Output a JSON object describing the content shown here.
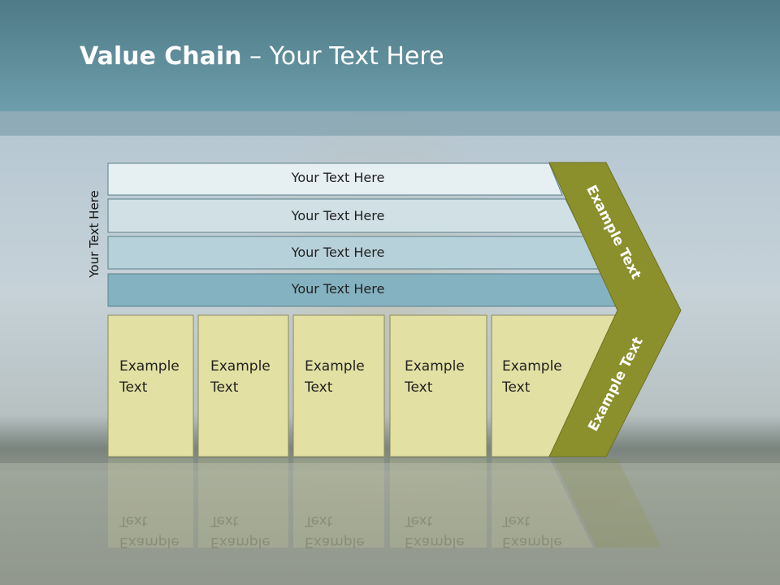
{
  "title": {
    "bold": "Value Chain",
    "rest": " – Your Text Here"
  },
  "side_label": "Your Text Here",
  "rows": [
    {
      "label": "Your Text Here"
    },
    {
      "label": "Your Text Here"
    },
    {
      "label": "Your Text Here"
    },
    {
      "label": "Your Text Here"
    }
  ],
  "cells": [
    {
      "line1": "Example",
      "line2": "Text"
    },
    {
      "line1": "Example",
      "line2": "Text"
    },
    {
      "line1": "Example",
      "line2": "Text"
    },
    {
      "line1": "Example",
      "line2": "Text"
    },
    {
      "line1": "Example",
      "line2": "Text"
    }
  ],
  "chevron": {
    "top_label": "Example Text",
    "bottom_label": "Example Text",
    "color": "#8b8f2c"
  },
  "colors": {
    "row1": "#e6eff2",
    "row2": "#d0e0e5",
    "row3": "#b7d1da",
    "row4": "#84b2c0",
    "cell": "#e2e0a2",
    "header": "#6d9eab"
  }
}
